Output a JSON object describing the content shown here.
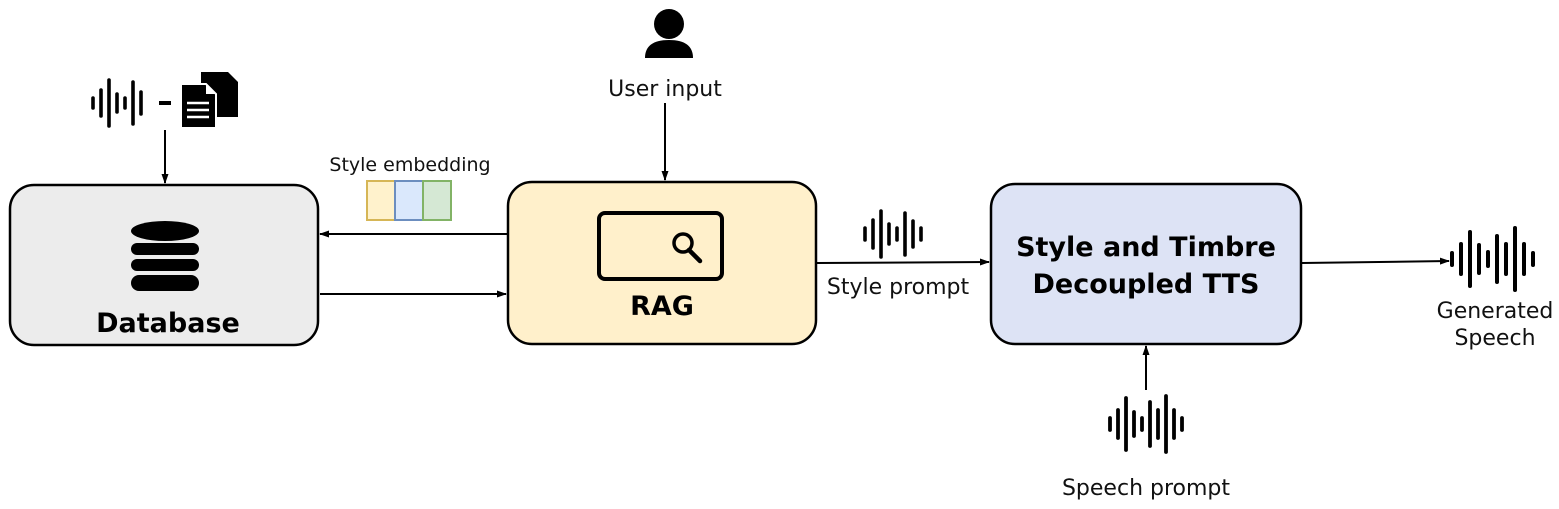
{
  "labels": {
    "user_input": "User input",
    "style_embedding": "Style embedding",
    "style_prompt": "Style prompt",
    "speech_prompt": "Speech prompt",
    "generated_line1": "Generated",
    "generated_line2": "Speech"
  },
  "boxes": {
    "database": {
      "label": "Database",
      "fill": "#ececec"
    },
    "rag": {
      "label": "RAG",
      "fill": "#fff0cb"
    },
    "tts": {
      "line1": "Style and Timbre",
      "line2": "Decoupled TTS",
      "fill": "#dde3f5"
    }
  },
  "style_embedding_colors": {
    "yellow": {
      "fill": "#fff2cc",
      "stroke": "#d6b656"
    },
    "blue": {
      "fill": "#dae8fc",
      "stroke": "#6c8ebf"
    },
    "green": {
      "fill": "#d5e8d4",
      "stroke": "#82b366"
    }
  },
  "icons": {
    "user": "user-icon",
    "audio_document_pair": "waveform-document-pair-icon",
    "database": "database-icon",
    "search": "search-magnifier-icon",
    "waveform": "audio-waveform-icon"
  }
}
